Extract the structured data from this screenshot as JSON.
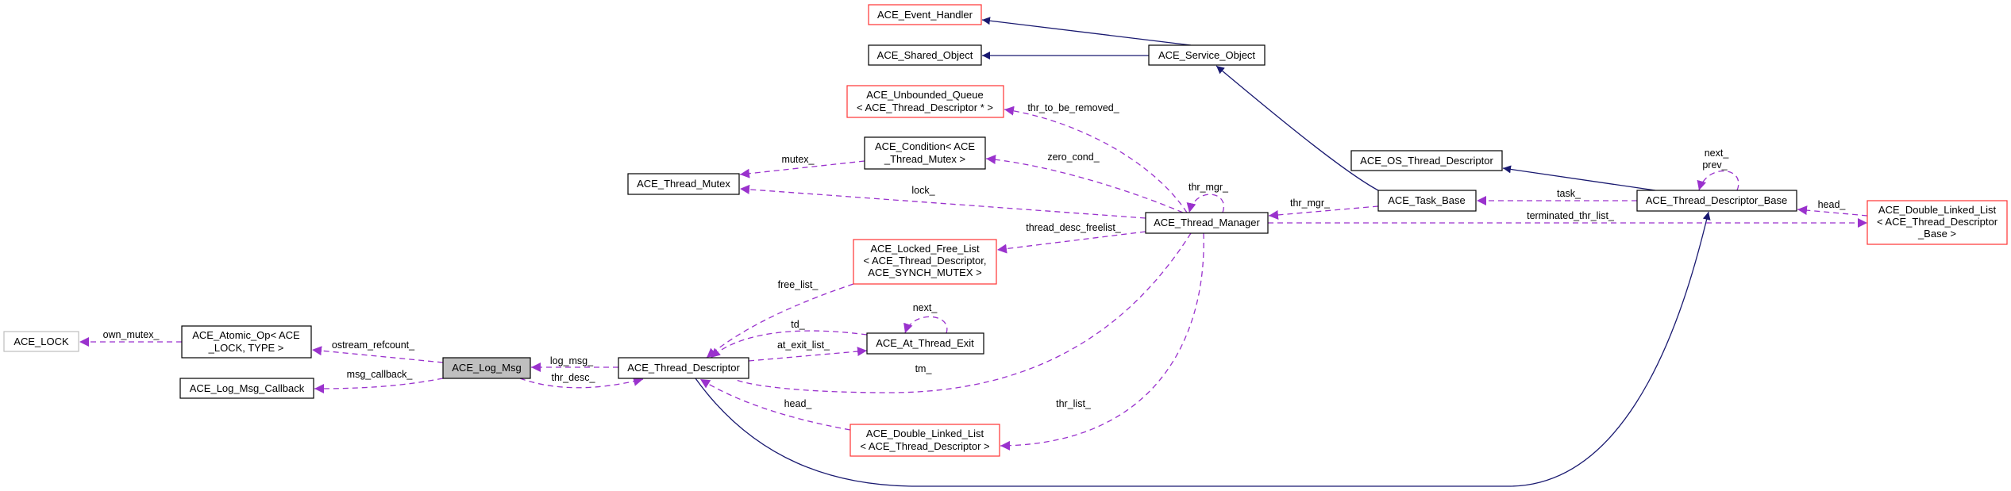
{
  "colors": {
    "inheritance_edge": "#191970",
    "usage_edge": "#9a32cd",
    "incomplete_node_border": "#ff3333",
    "current_node_fill": "#bfbfbf"
  },
  "nodes": {
    "event_handler": [
      "ACE_Event_Handler"
    ],
    "shared_object": [
      "ACE_Shared_Object"
    ],
    "service_object": [
      "ACE_Service_Object"
    ],
    "unbounded_queue": [
      "ACE_Unbounded_Queue",
      "< ACE_Thread_Descriptor * >"
    ],
    "condition": [
      "ACE_Condition< ACE",
      "_Thread_Mutex >"
    ],
    "thread_mutex": [
      "ACE_Thread_Mutex"
    ],
    "thread_manager": [
      "ACE_Thread_Manager"
    ],
    "locked_free_list": [
      "ACE_Locked_Free_List",
      "< ACE_Thread_Descriptor,",
      "ACE_SYNCH_MUTEX >"
    ],
    "at_thread_exit": [
      "ACE_At_Thread_Exit"
    ],
    "thread_descriptor": [
      "ACE_Thread_Descriptor"
    ],
    "dll_td": [
      "ACE_Double_Linked_List",
      "< ACE_Thread_Descriptor >"
    ],
    "ace_lock": [
      "ACE_LOCK"
    ],
    "atomic_op": [
      "ACE_Atomic_Op< ACE",
      "_LOCK, TYPE >"
    ],
    "log_msg": [
      "ACE_Log_Msg"
    ],
    "log_msg_callback": [
      "ACE_Log_Msg_Callback"
    ],
    "os_thread_descriptor": [
      "ACE_OS_Thread_Descriptor"
    ],
    "task_base": [
      "ACE_Task_Base"
    ],
    "thread_descriptor_base": [
      "ACE_Thread_Descriptor_Base"
    ],
    "dll_tdb": [
      "ACE_Double_Linked_List",
      "< ACE_Thread_Descriptor",
      "_Base >"
    ]
  },
  "edge_labels": {
    "own_mutex": "own_mutex_",
    "ostream_refcount": "ostream_refcount_",
    "msg_callback": "msg_callback_",
    "log_msg": "log_msg_",
    "thr_desc": "thr_desc_",
    "mutex": "mutex_",
    "lock": "lock_",
    "thr_to_be_removed": "thr_to_be_removed_",
    "zero_cond": "zero_cond_",
    "thr_mgr_self": "thr_mgr_",
    "thr_mgr_task": "thr_mgr_",
    "thread_desc_freelist": "thread_desc_freelist_",
    "task": "task_",
    "terminated_thr_list": "terminated_thr_list_",
    "head_tdb": "head_",
    "next_tdb": "next_",
    "prev_tdb": "prev_",
    "free_list": "free_list_",
    "td": "td_",
    "at_exit_list": "at_exit_list_",
    "next_ate": "next_",
    "tm": "tm_",
    "head_td": "head_",
    "thr_list": "thr_list_"
  }
}
